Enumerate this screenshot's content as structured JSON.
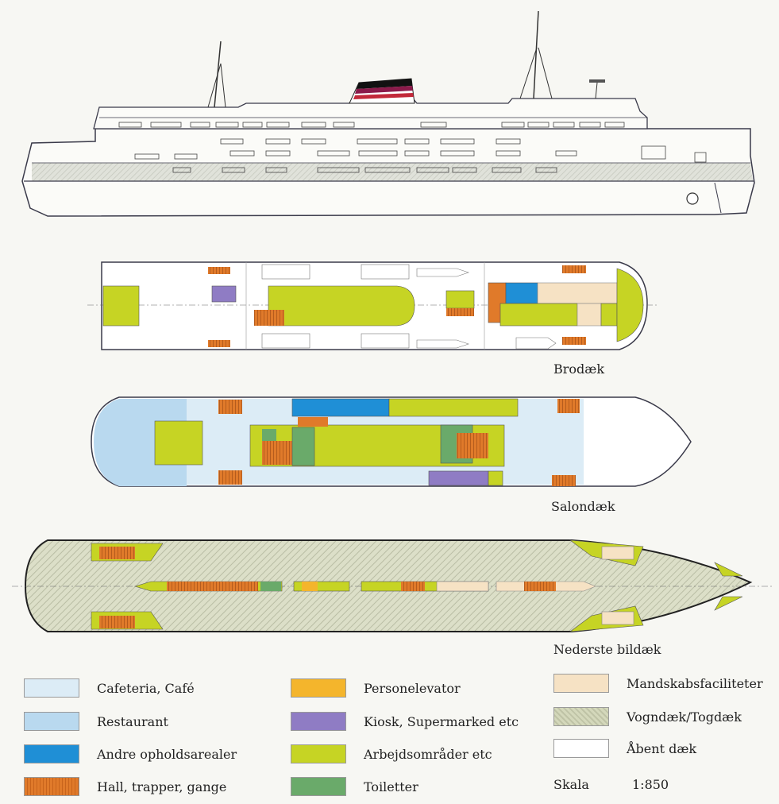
{
  "colors": {
    "cafeteria": "#dcecf6",
    "restaurant": "#b9d9ef",
    "andre": "#1f8fd6",
    "hall": "#e07a2a",
    "elevator": "#f4b52c",
    "kiosk": "#8f7cc4",
    "arbejd": "#c6d424",
    "toilet": "#6aaa6a",
    "mandskab": "#f6e2c4",
    "vogndaek": "#d8dcc0",
    "aabent": "#ffffff",
    "outline": "#3a3a4a",
    "hull_stripe": "#c9cdc2"
  },
  "decks": {
    "brodaek": "Brodæk",
    "salondaek": "Salondæk",
    "nederste": "Nederste bildæk"
  },
  "legend": [
    {
      "key": "cafeteria",
      "label": "Cafeteria, Café"
    },
    {
      "key": "restaurant",
      "label": "Restaurant"
    },
    {
      "key": "andre",
      "label": "Andre opholdsarealer"
    },
    {
      "key": "hall",
      "label": "Hall, trapper, gange"
    },
    {
      "key": "elevator",
      "label": "Personelevator"
    },
    {
      "key": "kiosk",
      "label": "Kiosk, Supermarked etc"
    },
    {
      "key": "arbejd",
      "label": "Arbejdsområder etc"
    },
    {
      "key": "toilet",
      "label": "Toiletter"
    },
    {
      "key": "mandskab",
      "label": "Mandskabsfaciliteter"
    },
    {
      "key": "vogndaek",
      "label": "Vogndæk/Togdæk"
    },
    {
      "key": "aabent",
      "label": "Åbent dæk"
    }
  ],
  "scale": {
    "label": "Skala",
    "value": "1:850"
  }
}
